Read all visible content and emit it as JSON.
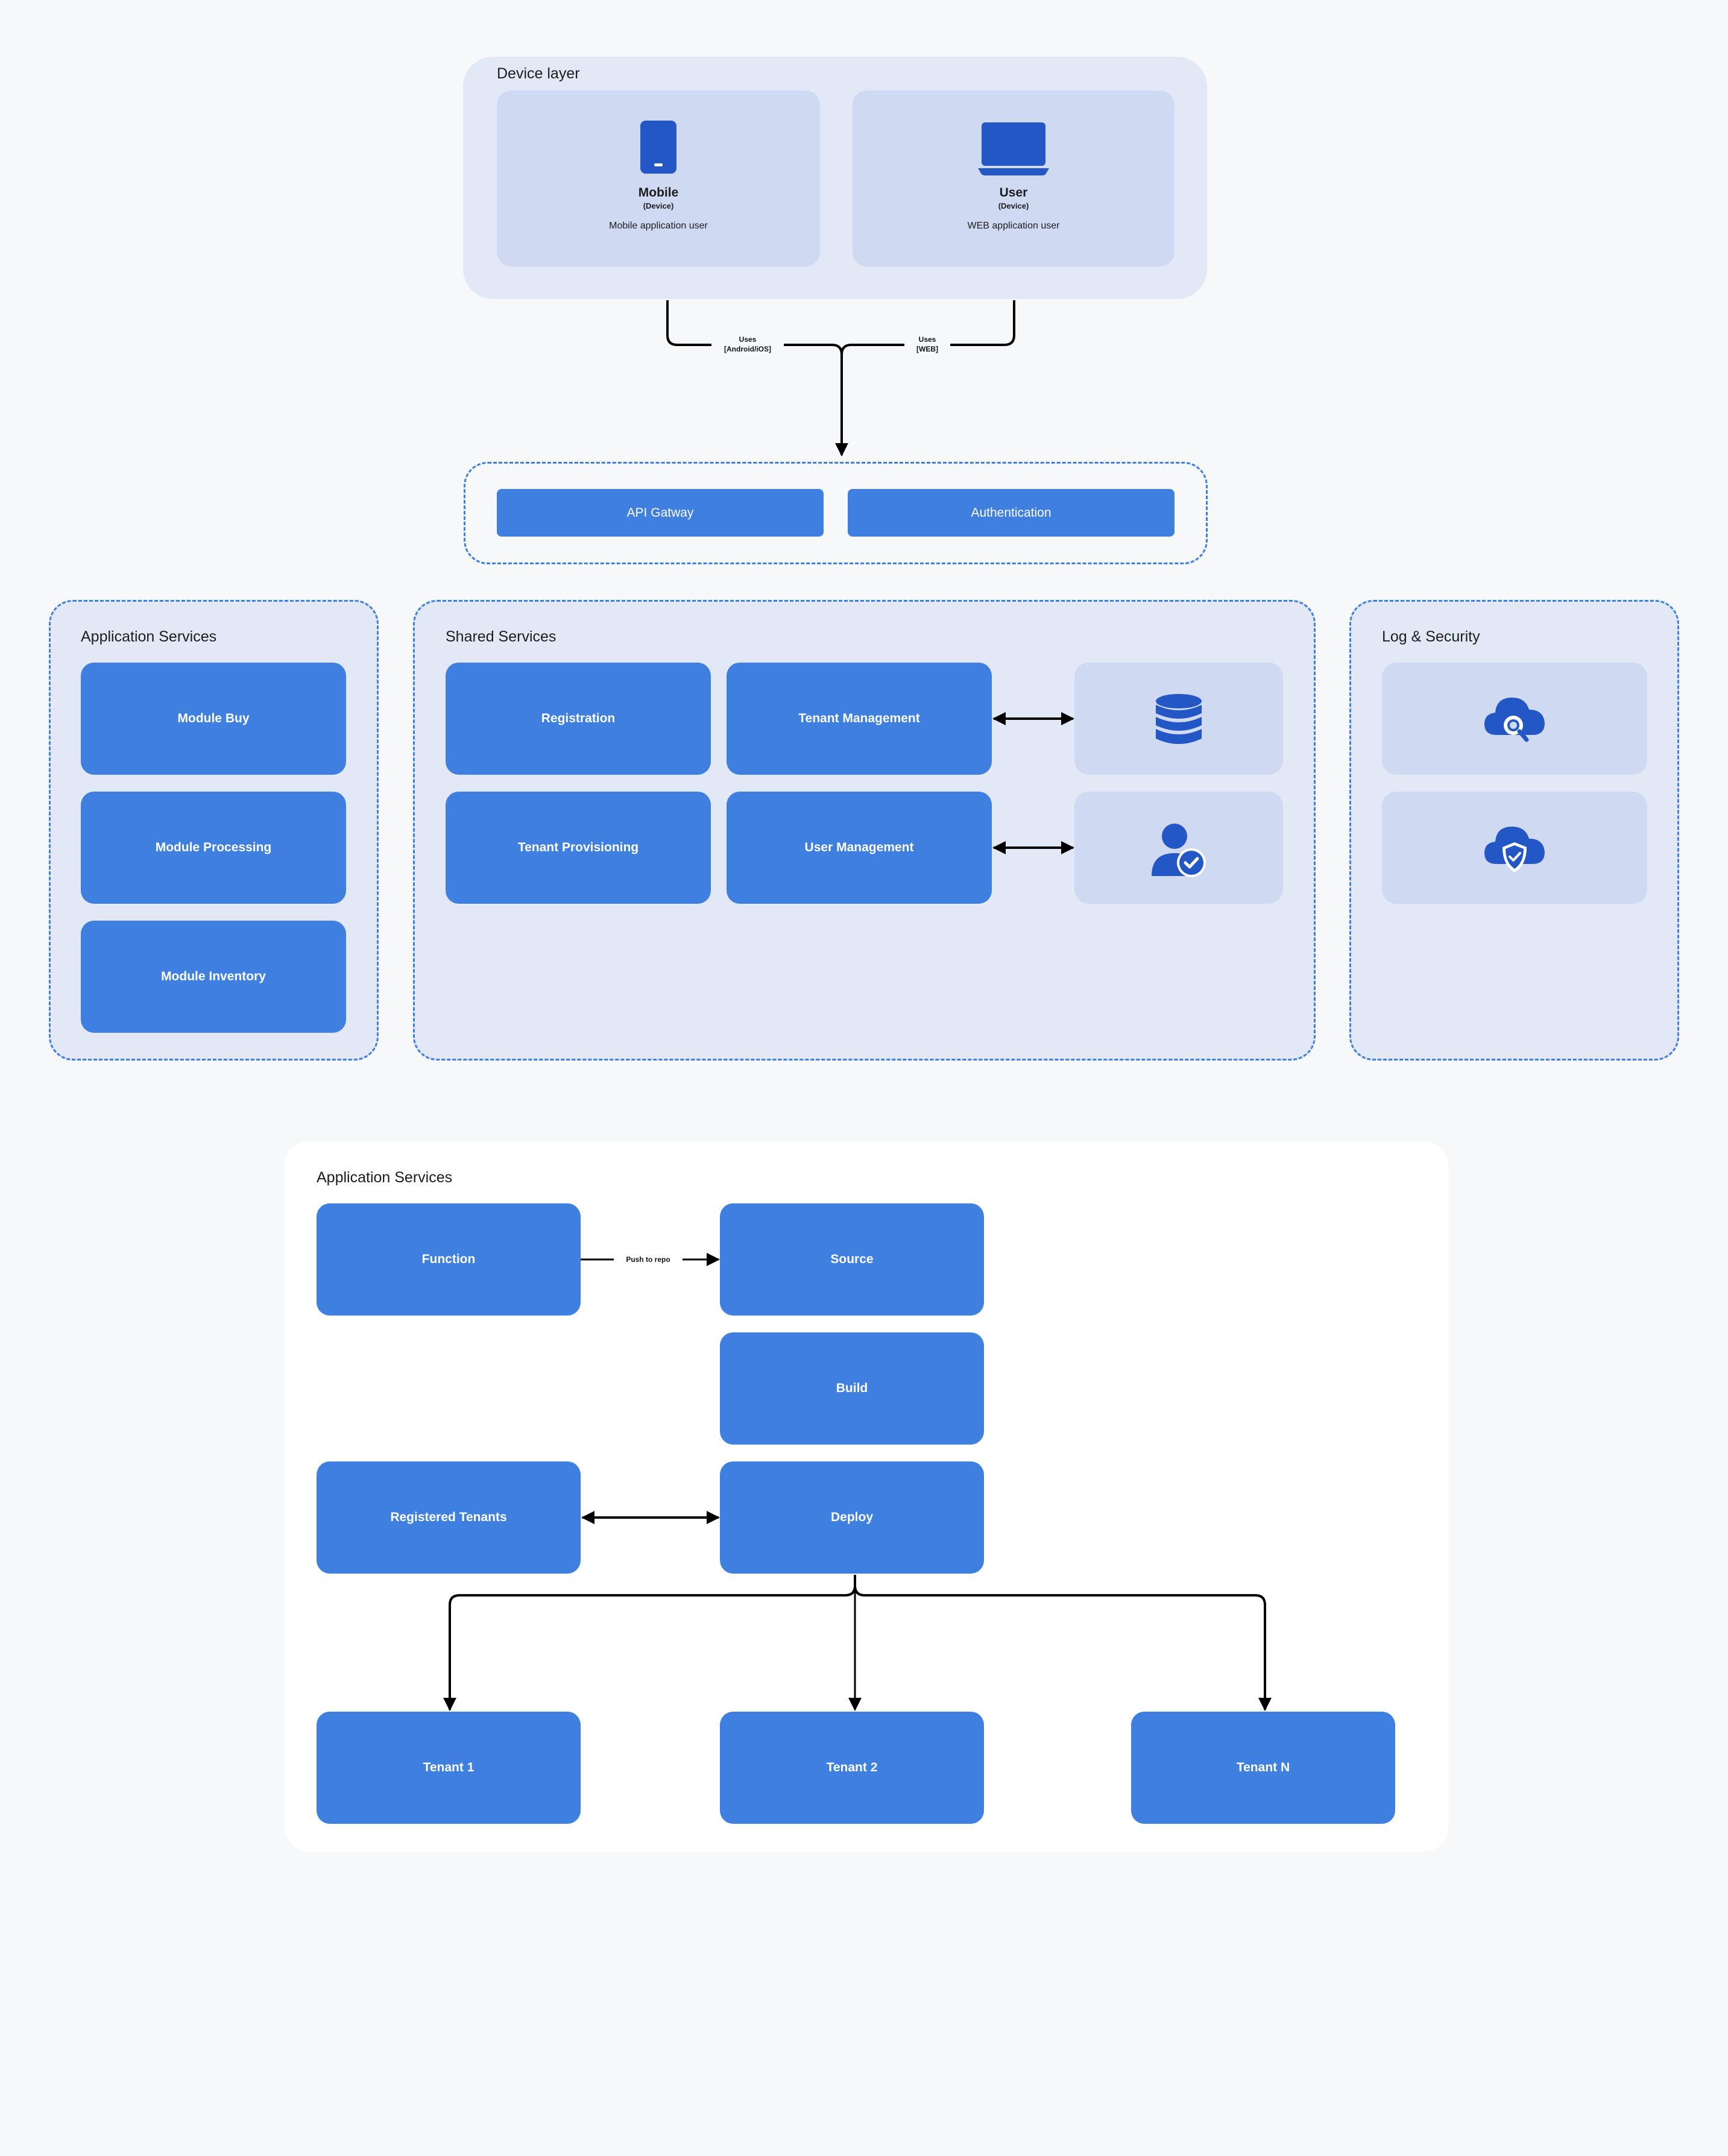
{
  "device_layer": {
    "title": "Device layer",
    "devices": [
      {
        "name": "Mobile",
        "type": "(Device)",
        "description": "Mobile application user",
        "icon": "mobile-phone-icon"
      },
      {
        "name": "User",
        "type": "(Device)",
        "description": "WEB application user",
        "icon": "laptop-icon"
      }
    ]
  },
  "edges": {
    "uses_android": {
      "line1": "Uses",
      "line2": "[Android/iOS]"
    },
    "uses_web": {
      "line1": "Uses",
      "line2": "[WEB]"
    },
    "push_to_repo": "Push to repo"
  },
  "gateway": {
    "api_gateway": "API Gatway",
    "authentication": "Authentication"
  },
  "application_services": {
    "title": "Application Services",
    "modules": [
      "Module Buy",
      "Module Processing",
      "Module Inventory"
    ]
  },
  "shared_services": {
    "title": "Shared Services",
    "registration": "Registration",
    "tenant_management": "Tenant Management",
    "tenant_provisioning": "Tenant Provisioning",
    "user_management": "User Management",
    "icons": [
      "database-icon",
      "user-verified-icon"
    ]
  },
  "log_security": {
    "title": "Log & Security",
    "icons": [
      "cloud-search-icon",
      "cloud-shield-icon"
    ]
  },
  "pipeline": {
    "title": "Application Services",
    "function": "Function",
    "source": "Source",
    "build": "Build",
    "registered_tenants": "Registered Tenants",
    "deploy": "Deploy",
    "tenants": [
      "Tenant 1",
      "Tenant 2",
      "Tenant N"
    ]
  },
  "colors": {
    "accent": "#3e7fdf",
    "icon": "#2357c6",
    "panel": "#e2e8f5",
    "card": "#cfd9f1",
    "background": "#f7f8fa"
  }
}
